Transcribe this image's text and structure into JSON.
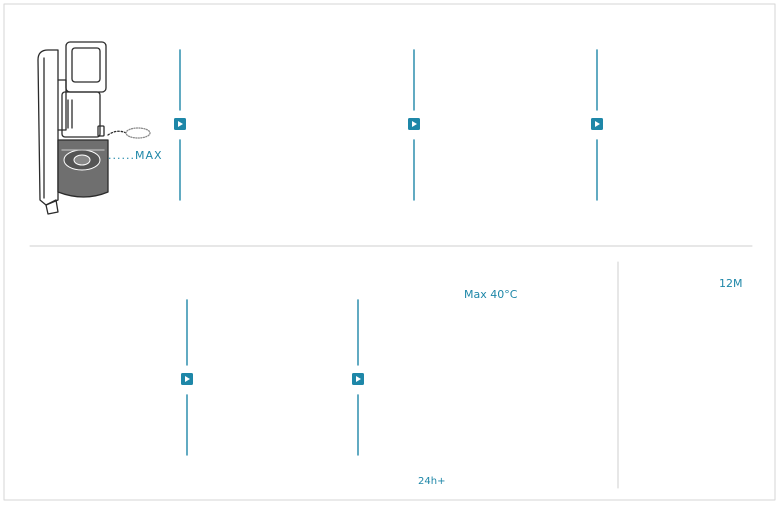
{
  "labels": {
    "max_fill": "......MAX",
    "water_temp": "Max 40°C",
    "dry_time": "24h+",
    "replace_interval": "12M"
  },
  "colors": {
    "outline": "#2b2b2b",
    "accent": "#1e87a8",
    "accent_light": "#d9eef5",
    "divider": "#cfcfcf",
    "dust": "#8a8a8a"
  },
  "icons": {
    "step_arrow": "play-triangle-icon",
    "water_drop": "water-drop-icon",
    "hand_wash": "hand-wash-icon",
    "clock": "clock-icon",
    "heat_waves": "heat-waves-icon",
    "calendar": "calendar-icon",
    "cart": "shopping-cart-icon",
    "sparkle": "sparkle-icon",
    "trash_can": "trash-can-icon"
  }
}
